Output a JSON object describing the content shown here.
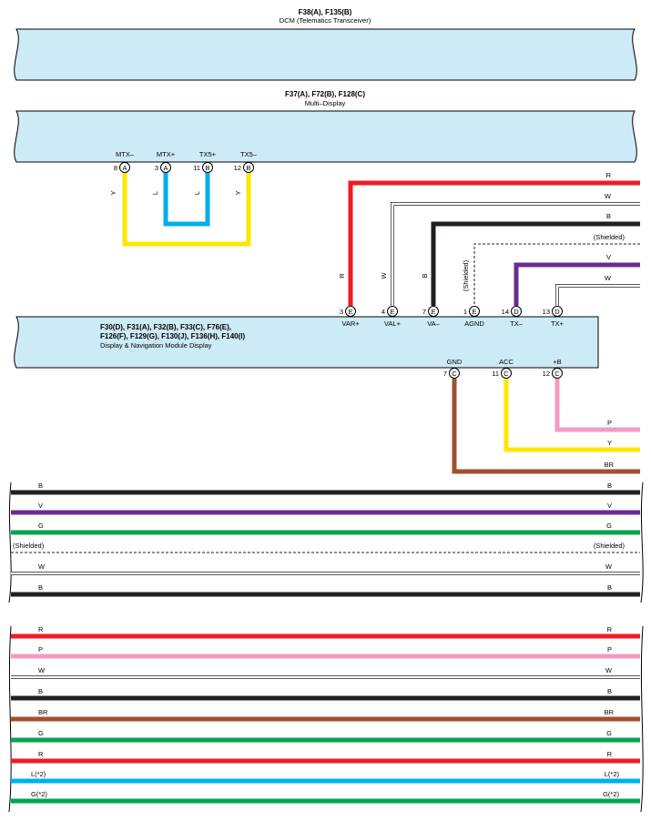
{
  "connectors": {
    "dcm": {
      "codes": "F38(A), F135(B)",
      "name": "DCM (Telematics Transceiver)"
    },
    "multi_display": {
      "codes": "F37(A), F72(B), F128(C)",
      "name": "Multi–Display",
      "pins": [
        {
          "num": "8",
          "letter": "A",
          "label": "MTX–"
        },
        {
          "num": "3",
          "letter": "A",
          "label": "MTX+"
        },
        {
          "num": "11",
          "letter": "B",
          "label": "TX5+"
        },
        {
          "num": "12",
          "letter": "B",
          "label": "TX5–"
        }
      ]
    },
    "nav_module": {
      "codes_line1": "F30(D), F31(A), F32(B), F33(C), F76(E),",
      "codes_line2": "F126(F), F129(G), F130(J), F136(H), F140(I)",
      "name": "Display & Navigation Module Display",
      "top_pins": [
        {
          "num": "3",
          "letter": "E",
          "label": "VAR+"
        },
        {
          "num": "4",
          "letter": "E",
          "label": "VAL+"
        },
        {
          "num": "7",
          "letter": "E",
          "label": "VA–"
        },
        {
          "num": "1",
          "letter": "E",
          "label": "AGND"
        },
        {
          "num": "14",
          "letter": "D",
          "label": "TX–"
        },
        {
          "num": "13",
          "letter": "D",
          "label": "TX+"
        }
      ],
      "bottom_pins": [
        {
          "num": "7",
          "letter": "C",
          "label": "GND"
        },
        {
          "num": "11",
          "letter": "C",
          "label": "ACC"
        },
        {
          "num": "12",
          "letter": "C",
          "label": "+B"
        }
      ]
    }
  },
  "wire_labels": {
    "md_y_left": "Y",
    "md_l_left": "L",
    "md_l_right": "L",
    "md_y_right": "Y",
    "var_r": "R",
    "val_w": "W",
    "va_b": "B",
    "agnd_shielded": "(Shielded)",
    "right_r": "R",
    "right_w1": "W",
    "right_b": "B",
    "right_shielded": "(Shielded)",
    "right_v": "V",
    "right_w2": "W",
    "right_p": "P",
    "right_y": "Y",
    "right_br": "BR"
  },
  "bus1": [
    {
      "left": "B",
      "right": "B",
      "color": "#231f20",
      "kind": "solid"
    },
    {
      "left": "V",
      "right": "V",
      "color": "#6a2c91",
      "kind": "solid"
    },
    {
      "left": "G",
      "right": "G",
      "color": "#00a651",
      "kind": "solid"
    },
    {
      "left": "(Shielded)",
      "right": "(Shielded)",
      "color": "#231f20",
      "kind": "dashed"
    },
    {
      "left": "W",
      "right": "W",
      "color": "#231f20",
      "kind": "white"
    },
    {
      "left": "B",
      "right": "B",
      "color": "#231f20",
      "kind": "solid"
    }
  ],
  "bus2": [
    {
      "left": "R",
      "right": "R",
      "color": "#ed1c24",
      "kind": "solid"
    },
    {
      "left": "P",
      "right": "P",
      "color": "#f49ac1",
      "kind": "solid"
    },
    {
      "left": "W",
      "right": "W",
      "color": "#231f20",
      "kind": "white"
    },
    {
      "left": "B",
      "right": "B",
      "color": "#231f20",
      "kind": "solid"
    },
    {
      "left": "BR",
      "right": "BR",
      "color": "#a0522d",
      "kind": "solid"
    },
    {
      "left": "G",
      "right": "G",
      "color": "#00a651",
      "kind": "solid"
    },
    {
      "left": "R",
      "right": "R",
      "color": "#ed1c24",
      "kind": "solid"
    },
    {
      "left": "L(*2)",
      "right": "L(*2)",
      "color": "#00aeef",
      "kind": "solid"
    },
    {
      "left": "G(*2)",
      "right": "G(*2)",
      "color": "#00a651",
      "kind": "solid"
    }
  ],
  "colors": {
    "component_fill": "#cdeaf7",
    "red": "#ed1c24",
    "yellow": "#ffe600",
    "blue": "#00aeef",
    "black": "#231f20",
    "violet": "#6a2c91",
    "pink": "#f49ac1",
    "brown": "#a0522d",
    "green": "#00a651"
  }
}
